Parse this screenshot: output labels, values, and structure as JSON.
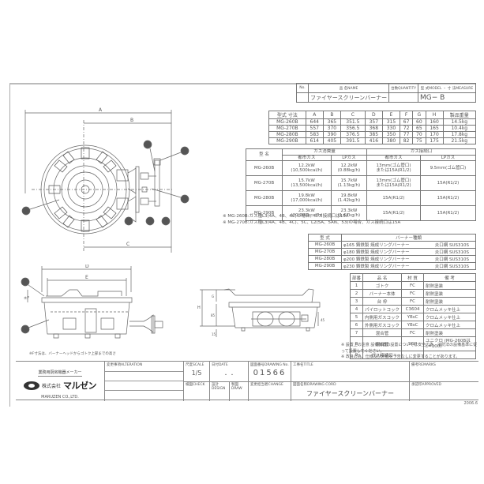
{
  "header": {
    "no_label": "No.",
    "name_label": "品 名NAME",
    "qty_label": "台数QUANTITY",
    "model_label": "型 式MODEL ・ 寸 法MEASURE",
    "product_name": "ファイヤースクリーンバーナー",
    "model_value": "MG− B"
  },
  "dims_table": {
    "headers": [
      "型式 寸法",
      "A",
      "B",
      "C",
      "D",
      "E",
      "F",
      "G",
      "H",
      "製品重量"
    ],
    "rows": [
      [
        "MG-260B",
        "644",
        "365",
        "351.5",
        "357",
        "315",
        "67",
        "60",
        "160",
        "14.5kg"
      ],
      [
        "MG-270B",
        "557",
        "370",
        "356.5",
        "368",
        "330",
        "72",
        "65",
        "165",
        "10.4kg"
      ],
      [
        "MG-280B",
        "583",
        "390",
        "376.5",
        "385",
        "350",
        "77",
        "70",
        "170",
        "17.8kg"
      ],
      [
        "MG-290B",
        "614",
        "405",
        "391.5",
        "416",
        "380",
        "82",
        "75",
        "175",
        "21.5kg"
      ]
    ]
  },
  "gas_table": {
    "col_model": "型 名",
    "group_consumption": "ガス消費量",
    "group_connection": "ガス接続口",
    "sub_city": "都市ガス",
    "sub_lp": "LPガス",
    "rows": [
      {
        "model": "MG-260B",
        "c_city": "12.2kW",
        "c_city2": "(10,500kcal/h)",
        "c_lp": "12.2kW",
        "c_lp2": "(0.88kg/h)",
        "j_city": "13mm(ゴム管口)",
        "j_city2": "または15A(R1/2)",
        "j_lp": "9.5mm(ゴム管口)"
      },
      {
        "model": "MG-270B",
        "c_city": "15.7kW",
        "c_city2": "(13,500kcal/h)",
        "c_lp": "15.7kW",
        "c_lp2": "(1.13kg/h)",
        "j_city": "13mm(ゴム管口)",
        "j_city2": "または15A(R1/2)",
        "j_lp": "15A(R1/2)"
      },
      {
        "model": "MG-280B",
        "c_city": "19.8kW",
        "c_city2": "(17,000kcal/h)",
        "c_lp": "19.8kW",
        "c_lp2": "(1.42kg/h)",
        "j_city": "15A(R1/2)",
        "j_city2": "",
        "j_lp": "15A(R1/2)"
      },
      {
        "model": "MG-290B",
        "c_city": "23.3kW",
        "c_city2": "(20,000kcal/h)",
        "c_lp": "23.3kW",
        "c_lp2": "(1.67kg/h)",
        "j_city": "15A(R1/2)",
        "j_city2": "",
        "j_lp": "15A(R1/2)"
      }
    ]
  },
  "gas_notes": [
    "※ MG-260B:ガス種L3(4A、4B、4C)の場合、ガス接続口は15A",
    "※ MG-270B:ガス種L3(4A、4B、4C)、5C、L2(5A、5AN、53)の場合、ガス接続口は15A"
  ],
  "burner_table": {
    "col_model": "型 式",
    "col_spec": "バーナー種類",
    "rows": [
      [
        "MG-260B",
        "φ165 鋳鉄製 焼成リングバーナー",
        "炎口網 SUS310S"
      ],
      [
        "MG-270B",
        "φ180 鋳鉄製 焼成リングバーナー",
        "炎口網 SUS310S"
      ],
      [
        "MG-280B",
        "φ200 鋳鉄製 焼成リングバーナー",
        "炎口網 SUS310S"
      ],
      [
        "MG-290B",
        "φ230 鋳鉄製 焼成リングバーナー",
        "炎口網 SUS310S"
      ]
    ]
  },
  "parts_table": {
    "headers": [
      "部番",
      "品 名",
      "材 質",
      "備 考"
    ],
    "rows": [
      [
        "1",
        "ゴトク",
        "FC",
        "耐熱塗装"
      ],
      [
        "2",
        "バーナー本体",
        "FC",
        "耐熱塗装"
      ],
      [
        "3",
        "台 枠",
        "FC",
        "耐熱塗装"
      ],
      [
        "4",
        "パイロットコック",
        "C3604",
        "クロムメッキ仕上"
      ],
      [
        "5",
        "内側用ガスコック",
        "YBsC",
        "クロムメッキ仕上"
      ],
      [
        "6",
        "外側用ガスコック",
        "YBsC",
        "クロムメッキ仕上"
      ],
      [
        "7",
        "混合管",
        "FC",
        "耐熱塗装"
      ],
      [
        "8",
        "混合管",
        "SGP",
        "ユニクロ (MG-260BはL=100)"
      ],
      [
        "9",
        "ガス接続口",
        "",
        ""
      ]
    ]
  },
  "install_notes": [
    "※ 設置上の注意 設備機器の設置については安全の為、消防法の設備基準に従って設置してください。",
    "※ 改良の為、仕様及び外観を予告なしに変更することがあります。"
  ],
  "drawing_labels": {
    "dim_A": "A",
    "dim_B": "B",
    "dim_C": "C",
    "dim_D": "D",
    "dim_E": "E",
    "dim_F": "±F",
    "dim_G": "G",
    "dim_H": "H",
    "dim_45": "45",
    "dim_15": "15",
    "dim_85": "85",
    "callouts": [
      "1",
      "2",
      "3",
      "4",
      "5",
      "6",
      "7",
      "8",
      "9"
    ]
  },
  "footnote": "※F寸法は、バーナーヘッドからゴトク上部までの高さ",
  "title_block": {
    "maker_tagline": "業務用厨房機器メーカー",
    "company_jp": "株式会社",
    "company_name": "マルゼン",
    "company_en": "MARUZEN CO.,LTD.",
    "alteration_label": "変更事項ALTERATION",
    "scale_label": "尺度SCALE",
    "scale_value": "1/5",
    "date_label": "日付DATE",
    "date_value": "・ ・",
    "drawing_no_label": "図面番号DRAWING No.",
    "drawing_no": "01566",
    "title_label": "工事名TITLE",
    "remarks_label": "備考REMARKS",
    "check_label": "検図CHECK",
    "design_label": "設計DESIGN",
    "draw_label": "製図DRAW",
    "changer_label": "変更担当者CHANGE",
    "drawing_name_label": "図面名称DRAWING CORD",
    "drawing_name": "ファイヤースクリーンバーナー",
    "approved_label": "承認印APPROVED"
  },
  "revision_date": "2006.6"
}
